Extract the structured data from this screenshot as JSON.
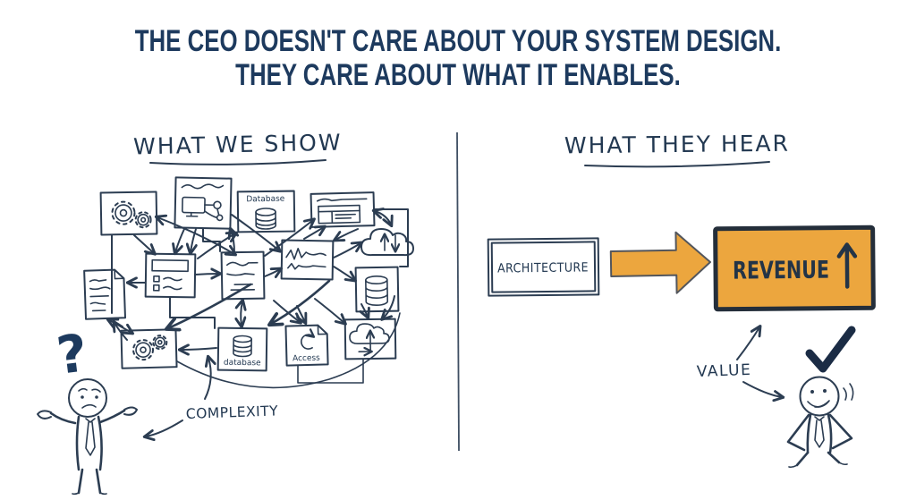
{
  "title": {
    "line1": "THE CEO DOESN'T CARE ABOUT YOUR SYSTEM DESIGN.",
    "line2": "THEY CARE ABOUT WHAT IT ENABLES."
  },
  "left_panel": {
    "heading": "WHAT WE SHOW",
    "diagram_labels": {
      "database_top": "Database",
      "database_bottom": "database",
      "access": "Access"
    },
    "annotation": "COMPLEXITY",
    "question_mark": "?"
  },
  "right_panel": {
    "heading": "WHAT THEY HEAR",
    "architecture": "ARCHITECTURE",
    "revenue": "REVENUE",
    "value": "VALUE"
  },
  "icons": {
    "gears": "gear-cluster",
    "database": "db-cylinder",
    "client_window": "browser-window",
    "cloud_sync": "cloud-with-sync-arrows",
    "cloud_upload": "cloud-upload",
    "document": "paper-sheet",
    "form": "ui-form",
    "waveform": "signal-wave",
    "access_refresh": "refresh-cycle",
    "question": "question-mark",
    "checkmark": "check",
    "revenue_trend": "up-arrow"
  },
  "colors": {
    "ink": "#2c3d52",
    "title_navy": "#1d3a5e",
    "accent_orange": "#eca63e",
    "check_navy": "#1b2c45",
    "divider": "#3f4f63"
  }
}
